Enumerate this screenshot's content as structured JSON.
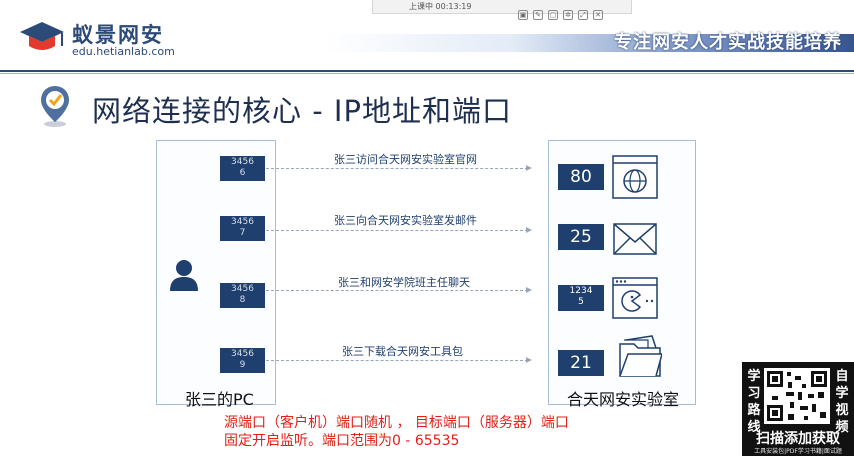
{
  "header": {
    "brand_name": "蚁景网安",
    "brand_url": "edu.hetianlab.com",
    "tagline": "专注网安人才实战技能培养",
    "player_caption": "上课中 00:13:19",
    "player_icons": [
      "camera-icon",
      "pen-icon",
      "chat-icon",
      "gear-icon",
      "expand-icon",
      "close-icon"
    ]
  },
  "slide": {
    "title": "网络连接的核心 - IP地址和端口",
    "source_box_label": "张三的PC",
    "target_box_label": "合天网安实验室",
    "connections": [
      {
        "source_port_line1": "3456",
        "source_port_line2": "6",
        "message": "张三访问合天网安实验室官网",
        "dest_port": "80",
        "service_icon": "globe-icon"
      },
      {
        "source_port_line1": "3456",
        "source_port_line2": "7",
        "message": "张三向合天网安实验室发邮件",
        "dest_port": "25",
        "service_icon": "mail-icon"
      },
      {
        "source_port_line1": "3456",
        "source_port_line2": "8",
        "message": "张三和网安学院班主任聊天",
        "dest_port_line1": "1234",
        "dest_port_line2": "5",
        "service_icon": "chat-app-icon"
      },
      {
        "source_port_line1": "3456",
        "source_port_line2": "9",
        "message": "张三下载合天网安工具包",
        "dest_port": "21",
        "service_icon": "folder-icon"
      }
    ],
    "note_line1": "源端口（客户机）端口随机 ，  目标端口（服务器）端口",
    "note_line2": "固定开启监听。端口范围为0 - 65535"
  },
  "promo": {
    "left_text": "学习路线",
    "right_text": "自学视频",
    "cta": "扫描添加获取",
    "sub": "工具安装包|PDF学习书籍|面试题"
  },
  "colors": {
    "brand": "#2c4a78",
    "port_fill": "#1f3f6e",
    "note_red": "#e0201b"
  }
}
